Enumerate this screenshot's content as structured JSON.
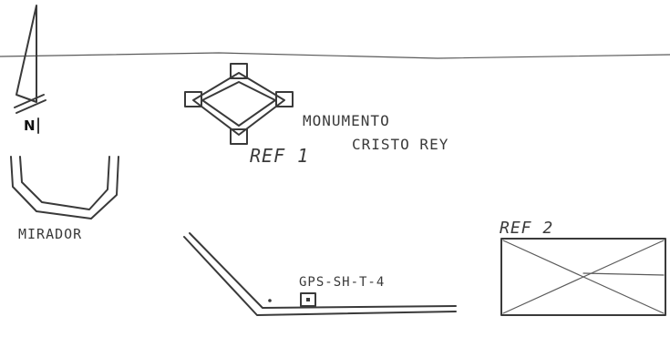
{
  "north_arrow": {
    "label": "N"
  },
  "monument": {
    "label_line1": "MONUMENTO",
    "label_line2": "CRISTO REY"
  },
  "ref1": {
    "label": "REF 1"
  },
  "mirador": {
    "label": "MIRADOR"
  },
  "gps_point": {
    "label": "GPS-SH-T-4"
  },
  "ref2": {
    "label": "REF 2"
  },
  "colors": {
    "ink": "#3a3a3a",
    "paper": "#ffffff"
  }
}
